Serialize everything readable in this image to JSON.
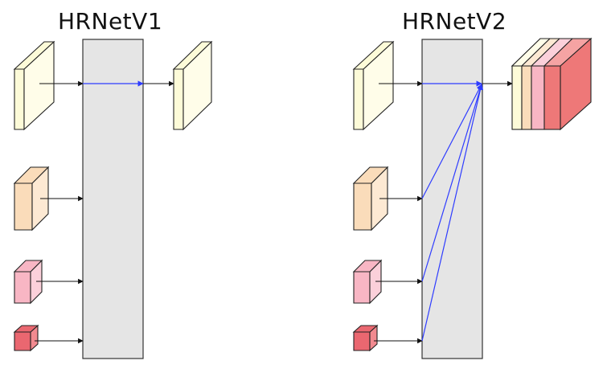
{
  "diagram": {
    "left_title": "HRNetV1",
    "right_title": "HRNetV2"
  },
  "colors": {
    "background": "#ffffff",
    "panel_fill": "#e5e5e5",
    "panel_stroke": "#333333",
    "arrow_black": "#111111",
    "arrow_blue": "#2e3cff",
    "feat_high_front": "#fdfbd8",
    "feat_high_side": "#fffde9",
    "feat_mid_front": "#fadcba",
    "feat_mid_side": "#fde9d3",
    "feat_low_front": "#f8b6c4",
    "feat_low_side": "#fbd0da",
    "feat_lowest_front": "#ea6770",
    "feat_lowest_side": "#f28a90",
    "concat_red_front": "#ee7878",
    "concat_red_top": "#f5a3a3"
  },
  "icons": {
    "feature_map": "3d-box",
    "fusion_panel": "grey-rectangle",
    "concatenated_output": "stacked-3d-boxes"
  }
}
